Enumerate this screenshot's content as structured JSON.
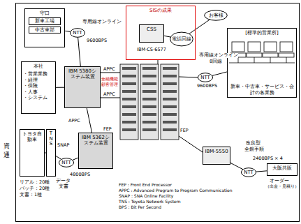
{
  "diagram": {
    "nodes": [
      {
        "text": [
          "守口",
          "新車工場",
          "中古車部"
        ]
      },
      {
        "text": [
          "NTT"
        ]
      },
      {
        "text": [
          "本社",
          "・営業業務 ・経理 ・保険 ・人事 ・システム"
        ]
      },
      {
        "text": [
          "IBM 5380システム装置"
        ]
      },
      {
        "text": [
          "SISの成果"
        ]
      },
      {
        "text": [
          "CSS"
        ],
        "in": 4
      },
      {
        "text": [
          "お客様"
        ]
      },
      {
        "text": [
          "電話回線"
        ],
        "in": 4
      },
      {
        "text": [
          "[標準的営業所]",
          "新車・中古車・サービス・会計の各業務"
        ]
      },
      {
        "text": [
          "NTT"
        ]
      },
      {
        "text": [
          "トヨタ自動車"
        ]
      },
      {
        "text": [
          "TNS"
        ]
      },
      {
        "text": [
          "IBM 5362システム装置"
        ]
      },
      {
        "text": [
          "NTT"
        ]
      },
      {
        "text": [
          "IBM-5550"
        ]
      },
      {
        "text": [
          "NTT"
        ]
      },
      {
        "text": [
          "大阪共販"
        ]
      }
    ],
    "edges": [
      {
        "from": 0,
        "to": 1,
        "arrow": "none"
      },
      {
        "from": 1,
        "to": 3,
        "arrow": "none"
      },
      {
        "from": 2,
        "to": 3,
        "arrow": "none"
      },
      {
        "from": 3,
        "to": 12,
        "arrow": "none"
      },
      {
        "from": 5,
        "to": 7,
        "arrow": "none"
      },
      {
        "from": 7,
        "to": 6,
        "arrow": "none"
      },
      {
        "from": 9,
        "to": 8,
        "arrow": "none"
      },
      {
        "from": 10,
        "to": 11,
        "arrow": "none"
      },
      {
        "from": 11,
        "to": 13,
        "arrow": "none"
      },
      {
        "from": 13,
        "to": 12,
        "arrow": "none"
      },
      {
        "from": 14,
        "to": 15,
        "arrow": "none"
      },
      {
        "from": 15,
        "to": 16,
        "arrow": "none"
      }
    ],
    "labels": [
      "9600BPS",
      "専用線オンライン",
      "専用線オンライン",
      "8回線",
      "9600BPS",
      "APPC",
      "金融機能",
      "顧客管理",
      "APPC",
      "APPC",
      "FEP",
      "FEP",
      "IBM-CS-6577",
      "SNAP",
      "4800BPS",
      "データ",
      "文書",
      "リアル：20種",
      "バッチ：20種",
      "文書：1種",
      "改良型",
      "全銀手順",
      "2400BPS × 4",
      "オーダー",
      "（出金・見積り）",
      "FEP : Front End Processor",
      "APPC : Advanced Program to Program Communication",
      "SNAP : SNA Online Facility",
      "TNS : Toyota Network System",
      "BPS : Bit Per Second",
      "資",
      "通"
    ]
  }
}
